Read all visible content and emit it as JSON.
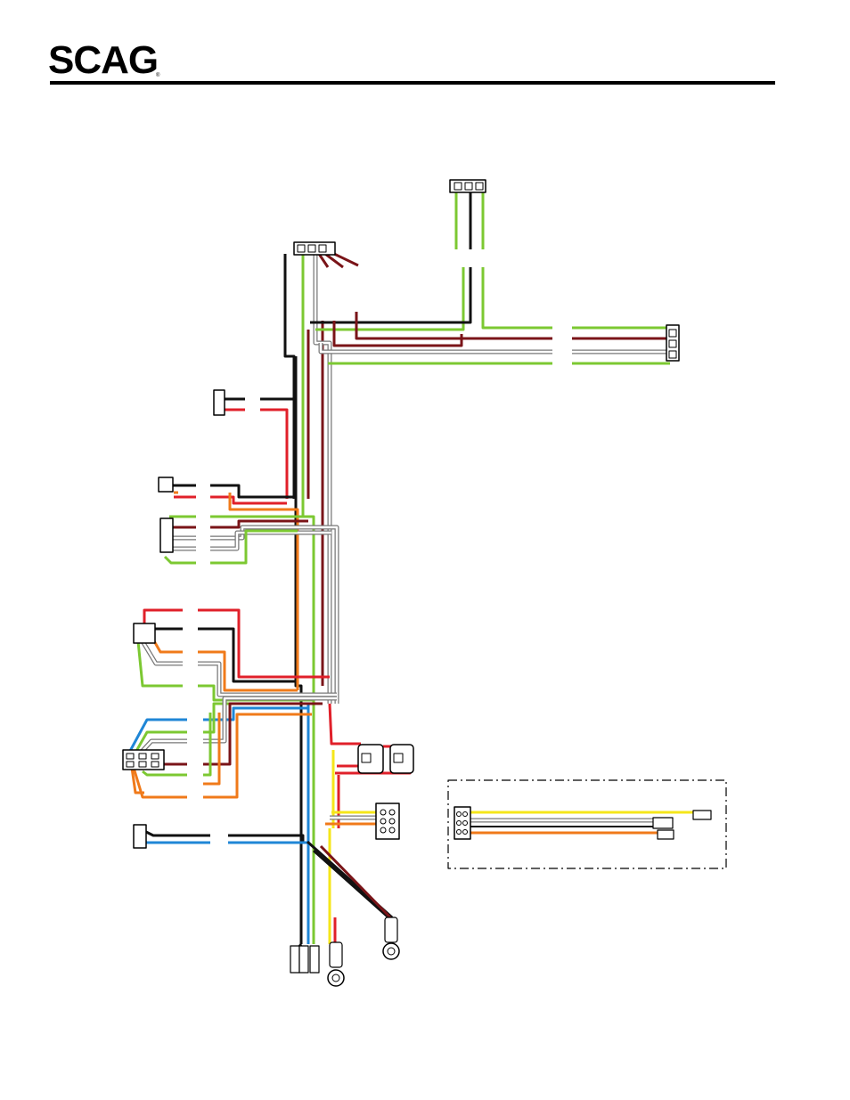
{
  "header": {
    "brand": "SCAG",
    "registered_mark": "®"
  },
  "colors": {
    "black": "#111111",
    "red": "#e0202a",
    "dark_red": "#7a1418",
    "green": "#7cc832",
    "white_wire": "#ffffff",
    "white_outline": "#777777",
    "orange": "#f07a1a",
    "yellow": "#f5e61a",
    "blue": "#1f86d6",
    "connector": "#000000"
  },
  "diagram": {
    "components": [
      "connector-top-right",
      "connector-main-upper",
      "connector-right",
      "connector-small-upper-left",
      "connector-left-1",
      "connector-left-2",
      "connector-left-3",
      "connector-left-4",
      "connector-left-5",
      "relay-pair",
      "connector-six-pin",
      "inset-connector",
      "ring-terminal-left",
      "ring-terminal-right",
      "spade-terminals"
    ],
    "inset": {
      "style": "dash-dot border"
    }
  }
}
